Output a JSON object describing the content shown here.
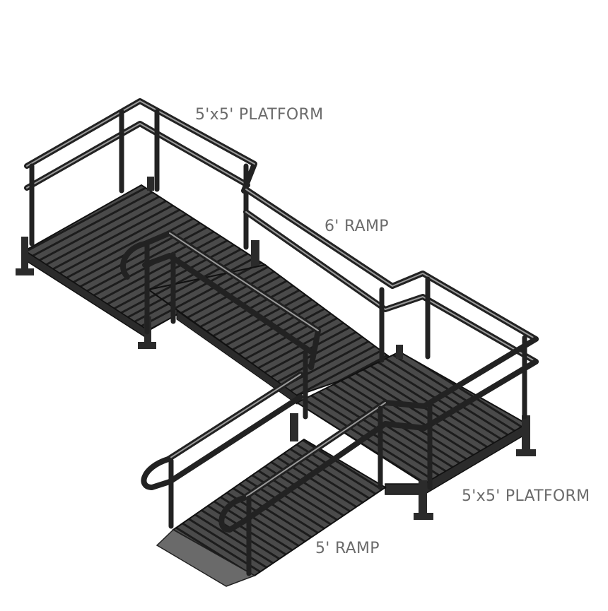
{
  "labels": {
    "top_platform": "5'x5' PLATFORM",
    "ramp_6": "6' RAMP",
    "right_platform": "5'x5' PLATFORM",
    "ramp_5": "5' RAMP"
  },
  "colors": {
    "deck": "#3a3a3a",
    "deck_slat": "#1f1f1f",
    "rail": "#222222",
    "rail_highlight": "#9a9a9a",
    "label": "#6b6b6b"
  }
}
